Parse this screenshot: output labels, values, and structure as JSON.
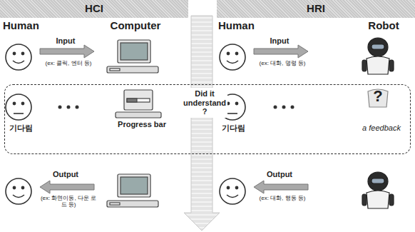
{
  "diagram": {
    "nodes": [
      {
        "text": [
          "HCI"
        ]
      },
      {
        "text": [
          "HRI"
        ]
      },
      {
        "text": [
          "기다림",
          "Progress bar",
          "Did it understand ?",
          "기다림",
          "a feedback"
        ]
      }
    ],
    "labels": [
      "Human",
      "Computer",
      "Human",
      "Robot",
      "Input",
      "(ex: 클릭, 엔터 등)",
      "Input",
      "(ex: 대화, 명령 등)",
      "?",
      "Output",
      "(ex: 화면이동, 다운 로드 등)",
      "Output",
      "(ex: 대화, 행동 등)"
    ]
  }
}
